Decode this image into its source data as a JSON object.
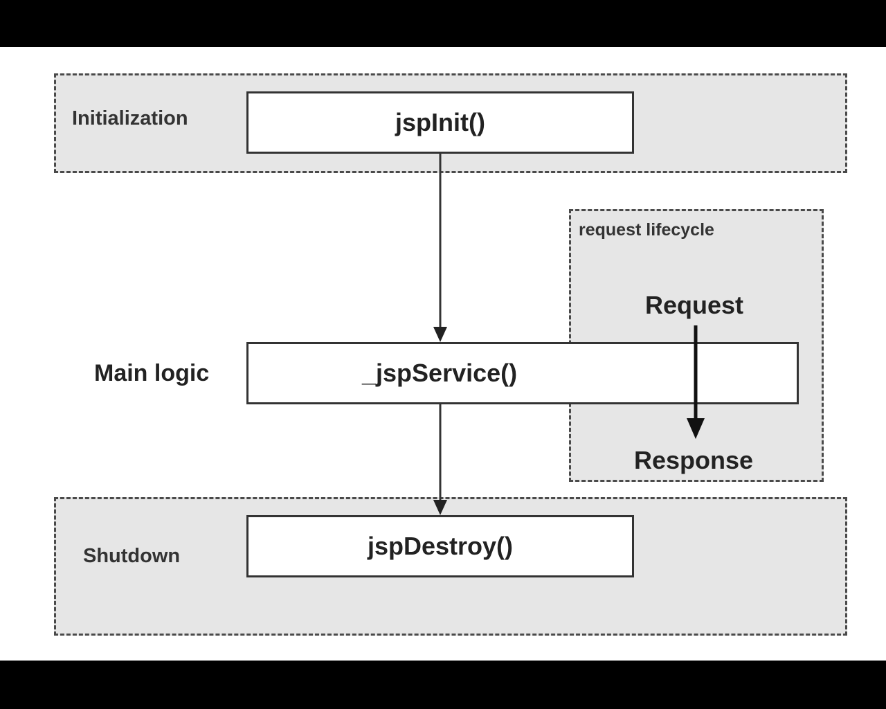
{
  "diagram": {
    "regions": {
      "initialization": {
        "label": "Initialization"
      },
      "request_lifecycle": {
        "label": "request lifecycle"
      },
      "shutdown": {
        "label": "Shutdown"
      }
    },
    "main_logic_label": "Main logic",
    "nodes": {
      "jsp_init": "jspInit()",
      "jsp_service": "_jspService()",
      "jsp_destroy": "jspDestroy()"
    },
    "request_label": "Request",
    "response_label": "Response",
    "edges": [
      {
        "from": "jspInit()",
        "to": "_jspService()"
      },
      {
        "from": "_jspService()",
        "to": "jspDestroy()"
      },
      {
        "from": "Request",
        "to": "Response"
      }
    ],
    "colors": {
      "background": "#000000",
      "canvas": "#ffffff",
      "region_fill": "#e6e6e6",
      "border": "#333333"
    }
  }
}
